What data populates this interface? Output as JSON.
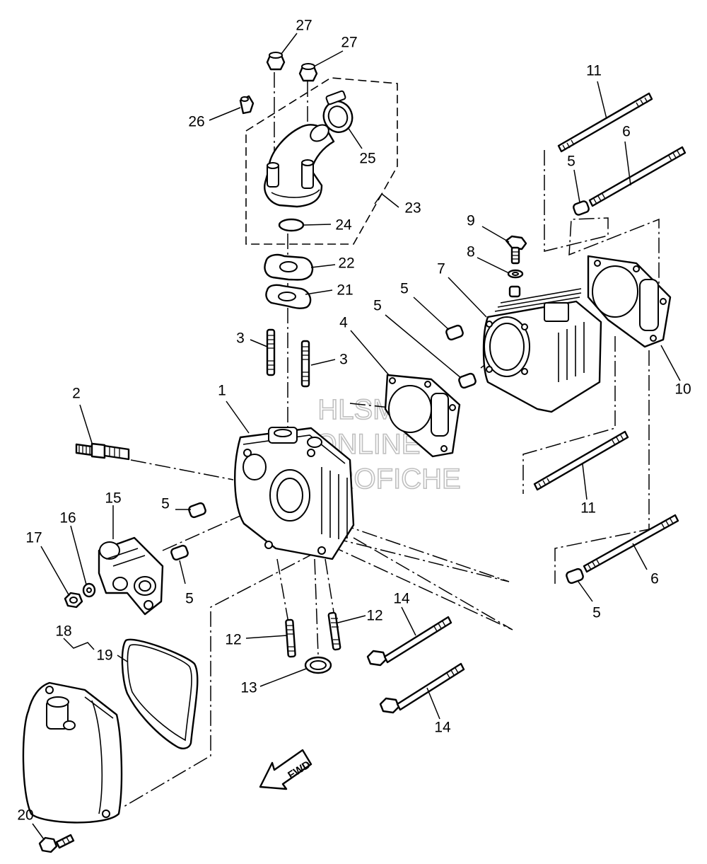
{
  "watermark": {
    "line1": "HLSM",
    "line2": "ONLINE",
    "line3": "MICROFICHE"
  },
  "direction_marker": {
    "label": "FWD"
  },
  "callouts": [
    {
      "id": "c1",
      "label": "1"
    },
    {
      "id": "c2",
      "label": "2"
    },
    {
      "id": "c3a",
      "label": "3"
    },
    {
      "id": "c3b",
      "label": "3"
    },
    {
      "id": "c4",
      "label": "4"
    },
    {
      "id": "c5a",
      "label": "5"
    },
    {
      "id": "c5b",
      "label": "5"
    },
    {
      "id": "c5c",
      "label": "5"
    },
    {
      "id": "c5d",
      "label": "5"
    },
    {
      "id": "c5e",
      "label": "5"
    },
    {
      "id": "c5f",
      "label": "5"
    },
    {
      "id": "c6a",
      "label": "6"
    },
    {
      "id": "c6b",
      "label": "6"
    },
    {
      "id": "c7",
      "label": "7"
    },
    {
      "id": "c8",
      "label": "8"
    },
    {
      "id": "c9",
      "label": "9"
    },
    {
      "id": "c10",
      "label": "10"
    },
    {
      "id": "c11a",
      "label": "11"
    },
    {
      "id": "c11b",
      "label": "11"
    },
    {
      "id": "c12a",
      "label": "12"
    },
    {
      "id": "c12b",
      "label": "12"
    },
    {
      "id": "c13",
      "label": "13"
    },
    {
      "id": "c14a",
      "label": "14"
    },
    {
      "id": "c14b",
      "label": "14"
    },
    {
      "id": "c15",
      "label": "15"
    },
    {
      "id": "c16",
      "label": "16"
    },
    {
      "id": "c17",
      "label": "17"
    },
    {
      "id": "c18",
      "label": "18"
    },
    {
      "id": "c19",
      "label": "19"
    },
    {
      "id": "c20",
      "label": "20"
    },
    {
      "id": "c21",
      "label": "21"
    },
    {
      "id": "c22",
      "label": "22"
    },
    {
      "id": "c23",
      "label": "23"
    },
    {
      "id": "c24",
      "label": "24"
    },
    {
      "id": "c25",
      "label": "25"
    },
    {
      "id": "c26",
      "label": "26"
    },
    {
      "id": "c27a",
      "label": "27"
    },
    {
      "id": "c27b",
      "label": "27"
    }
  ]
}
